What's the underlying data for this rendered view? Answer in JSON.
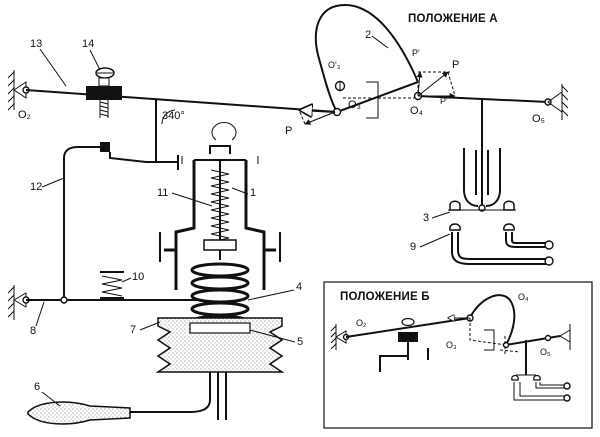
{
  "titles": {
    "position_a": "ПОЛОЖЕНИЕ А",
    "position_b": "ПОЛОЖЕНИЕ Б"
  },
  "angle_label": "340°",
  "numbers": {
    "n1": "1",
    "n2": "2",
    "n3": "3",
    "n4": "4",
    "n5": "5",
    "n6": "6",
    "n7": "7",
    "n8": "8",
    "n9": "9",
    "n10": "10",
    "n11": "11",
    "n12": "12",
    "n13": "13",
    "n14": "14"
  },
  "points_a": {
    "o2": "O₂",
    "o3": "O₃",
    "o3p": "O'₃",
    "o4": "O₄",
    "o5": "O₅",
    "p_left": "P",
    "p_right": "P",
    "p_prime_top": "P'",
    "p_prime_bottom": "P'"
  },
  "points_b": {
    "o2": "O₂",
    "o3": "O₃",
    "o4": "O₄",
    "o5": "O₅"
  }
}
